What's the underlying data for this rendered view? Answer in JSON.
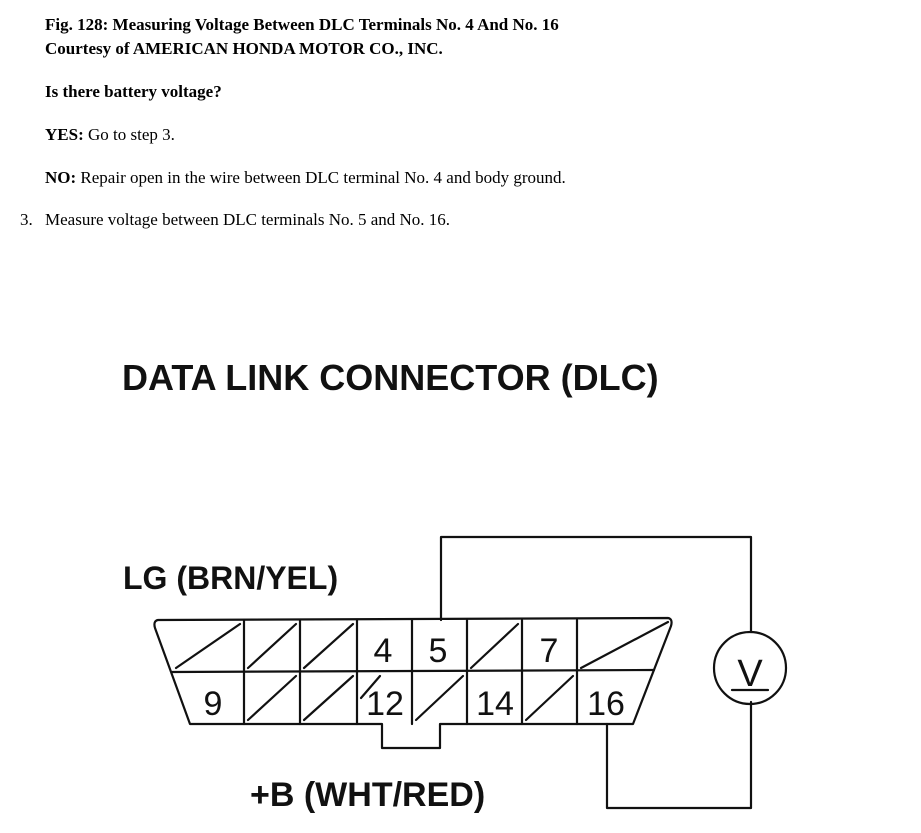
{
  "document": {
    "caption_line1": "Fig. 128: Measuring Voltage Between DLC Terminals No. 4 And No. 16",
    "caption_line2": "Courtesy of AMERICAN HONDA MOTOR CO., INC.",
    "question": "Is there battery voltage?",
    "yes_label": "YES:",
    "yes_text": " Go to step 3.",
    "no_label": "NO:",
    "no_text": " Repair open in the wire between DLC terminal No. 4 and body ground.",
    "step_number": "3.",
    "step_text": "Measure voltage between DLC terminals No. 5 and No. 16."
  },
  "diagram": {
    "title": "DATA LINK CONNECTOR (DLC)",
    "top_wire_label": "LG (BRN/YEL)",
    "bottom_wire_label": "+B (WHT/RED)",
    "meter_symbol": "V",
    "top_row_pins": {
      "pin4": "4",
      "pin5": "5",
      "pin7": "7"
    },
    "bottom_row_pins": {
      "pin9": "9",
      "pin12": "12",
      "pin14": "14",
      "pin16": "16"
    }
  }
}
